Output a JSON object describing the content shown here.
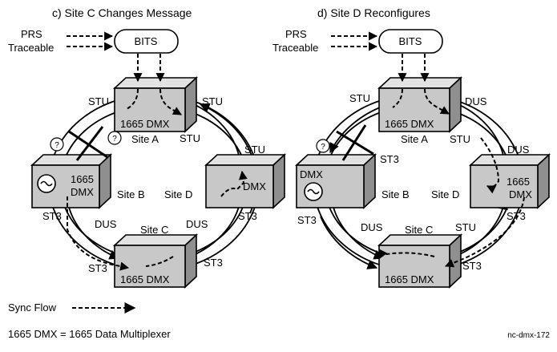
{
  "panel_c": {
    "title": "c) Site C Changes Message",
    "prs": "PRS",
    "traceable": "Traceable",
    "bits": "BITS",
    "site_a": "Site A",
    "site_b": "Site B",
    "site_c": "Site C",
    "site_d": "Site D",
    "box_a": "1665 DMX",
    "box_b_line1": "1665",
    "box_b_line2": "DMX",
    "box_c": "1665 DMX",
    "box_d": "DMX",
    "lbl_a_left": "STU",
    "lbl_a_right": "STU",
    "lbl_a_lower": "STU",
    "lbl_d_top": "STU",
    "lbl_b_left": "ST3",
    "lbl_c_left_top": "DUS",
    "lbl_c_right_top": "DUS",
    "lbl_d_bottom": "ST3",
    "lbl_c_left": "ST3",
    "lbl_c_right": "ST3",
    "q1": "?",
    "q2": "?"
  },
  "panel_d": {
    "title": "d) Site D Reconfigures",
    "prs": "PRS",
    "traceable": "Traceable",
    "bits": "BITS",
    "site_a": "Site A",
    "site_b": "Site B",
    "site_c": "Site C",
    "site_d": "Site D",
    "box_a": "1665 DMX",
    "box_b": "DMX",
    "box_c": "1665 DMX",
    "box_d_line1": "1665",
    "box_d_line2": "DMX",
    "lbl_a_left": "STU",
    "lbl_a_right": "DUS",
    "lbl_a_lower": "STU",
    "lbl_a_st3": "ST3",
    "lbl_d_top": "DUS",
    "lbl_b_left": "ST3",
    "lbl_c_left_top": "DUS",
    "lbl_c_right_top": "STU",
    "lbl_d_bottom": "ST3",
    "lbl_c_right": "ST3",
    "q1": "?"
  },
  "legend": {
    "sync_flow": "Sync Flow",
    "definition": "1665 DMX = 1665 Data Multiplexer",
    "figure_id": "nc-dmx-172"
  }
}
